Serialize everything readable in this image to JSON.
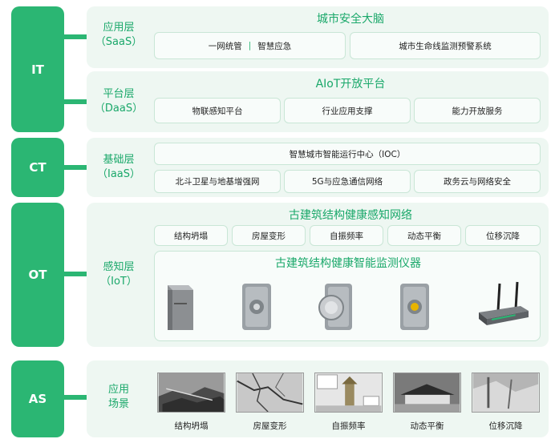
{
  "side": {
    "it": "IT",
    "ct": "CT",
    "ot": "OT",
    "as": "AS"
  },
  "saas": {
    "label_line1": "应用层",
    "label_line2": "（SaaS）",
    "title": "城市安全大脑",
    "box1_part1": "一网统管",
    "box1_sep": "|",
    "box1_part2": "智慧应急",
    "box2": "城市生命线监测预警系统"
  },
  "daas": {
    "label_line1": "平台层",
    "label_line2": "（DaaS）",
    "title": "AIoT开放平台",
    "boxes": [
      "物联感知平台",
      "行业应用支撑",
      "能力开放服务"
    ]
  },
  "iaas": {
    "label_line1": "基础层",
    "label_line2": "（IaaS）",
    "top_box": "智慧城市智能运行中心（IOC）",
    "boxes": [
      "北斗卫星与地基增强网",
      "5G与应急通信网络",
      "政务云与网络安全"
    ]
  },
  "iot": {
    "label_line1": "感知层",
    "label_line2": "（IoT）",
    "network_title": "古建筑结构健康感知网络",
    "network_items": [
      "结构坍塌",
      "房屋变形",
      "自振频率",
      "动态平衡",
      "位移沉降"
    ],
    "device_title": "古建筑结构健康智能监测仪器"
  },
  "scene": {
    "label_line1": "应用",
    "label_line2": "场景",
    "captions": [
      "结构坍塌",
      "房屋变形",
      "自振频率",
      "动态平衡",
      "位移沉降"
    ]
  },
  "colors": {
    "accent": "#2bb673",
    "title": "#1aa86a",
    "panel": "#eef7f2"
  }
}
